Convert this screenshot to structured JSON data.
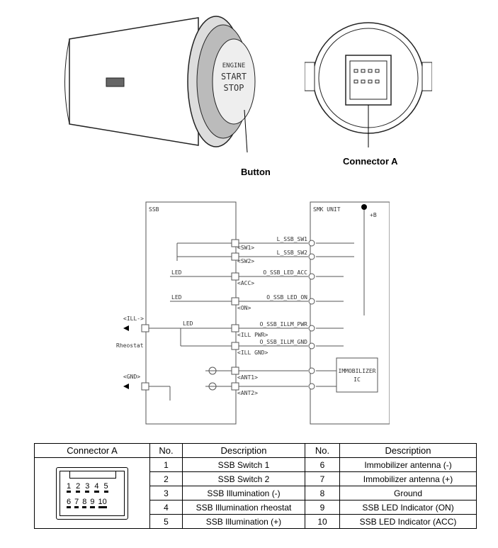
{
  "illustration": {
    "button_label": "Button",
    "connector_label": "Connector A",
    "button_face": [
      "ENGINE",
      "START",
      "STOP"
    ]
  },
  "schematic": {
    "ssb_title": "SSB",
    "smk_title": "SMK UNIT",
    "power": "+B",
    "ssb_pins": [
      "<SW1>",
      "<SW2>",
      "<ACC>",
      "<ON>",
      "<ILL PWR>",
      "<ILL GND>",
      "<ANT1>",
      "<ANT2>"
    ],
    "signals": [
      "L_SSB_SW1",
      "L_SSB_SW2",
      "O_SSB_LED_ACC",
      "O_SSB_LED_ON",
      "O_SSB_ILLM_PWR",
      "O_SSB_ILLM_GND"
    ],
    "led": "LED",
    "ill_minus": "<ILL->",
    "rheostat": "Rheostat",
    "gnd": "<GND>",
    "immobilizer": [
      "IMMOBILIZER",
      "IC"
    ]
  },
  "table": {
    "headers": [
      "Connector A",
      "No.",
      "Description",
      "No.",
      "Description"
    ],
    "rows": [
      {
        "no1": "1",
        "d1": "SSB Switch 1",
        "no2": "6",
        "d2": "Immobilizer antenna (-)"
      },
      {
        "no1": "2",
        "d1": "SSB Switch 2",
        "no2": "7",
        "d2": "Immobilizer antenna (+)"
      },
      {
        "no1": "3",
        "d1": "SSB Illumination (-)",
        "no2": "8",
        "d2": "Ground"
      },
      {
        "no1": "4",
        "d1": "SSB Illumination rheostat",
        "no2": "9",
        "d2": "SSB LED Indicator (ON)"
      },
      {
        "no1": "5",
        "d1": "SSB Illumination (+)",
        "no2": "10",
        "d2": "SSB LED Indicator (ACC)"
      }
    ],
    "pins_top": [
      "1",
      "2",
      "3",
      "4",
      "5"
    ],
    "pins_bottom": [
      "6",
      "7",
      "8",
      "9",
      "10"
    ]
  }
}
